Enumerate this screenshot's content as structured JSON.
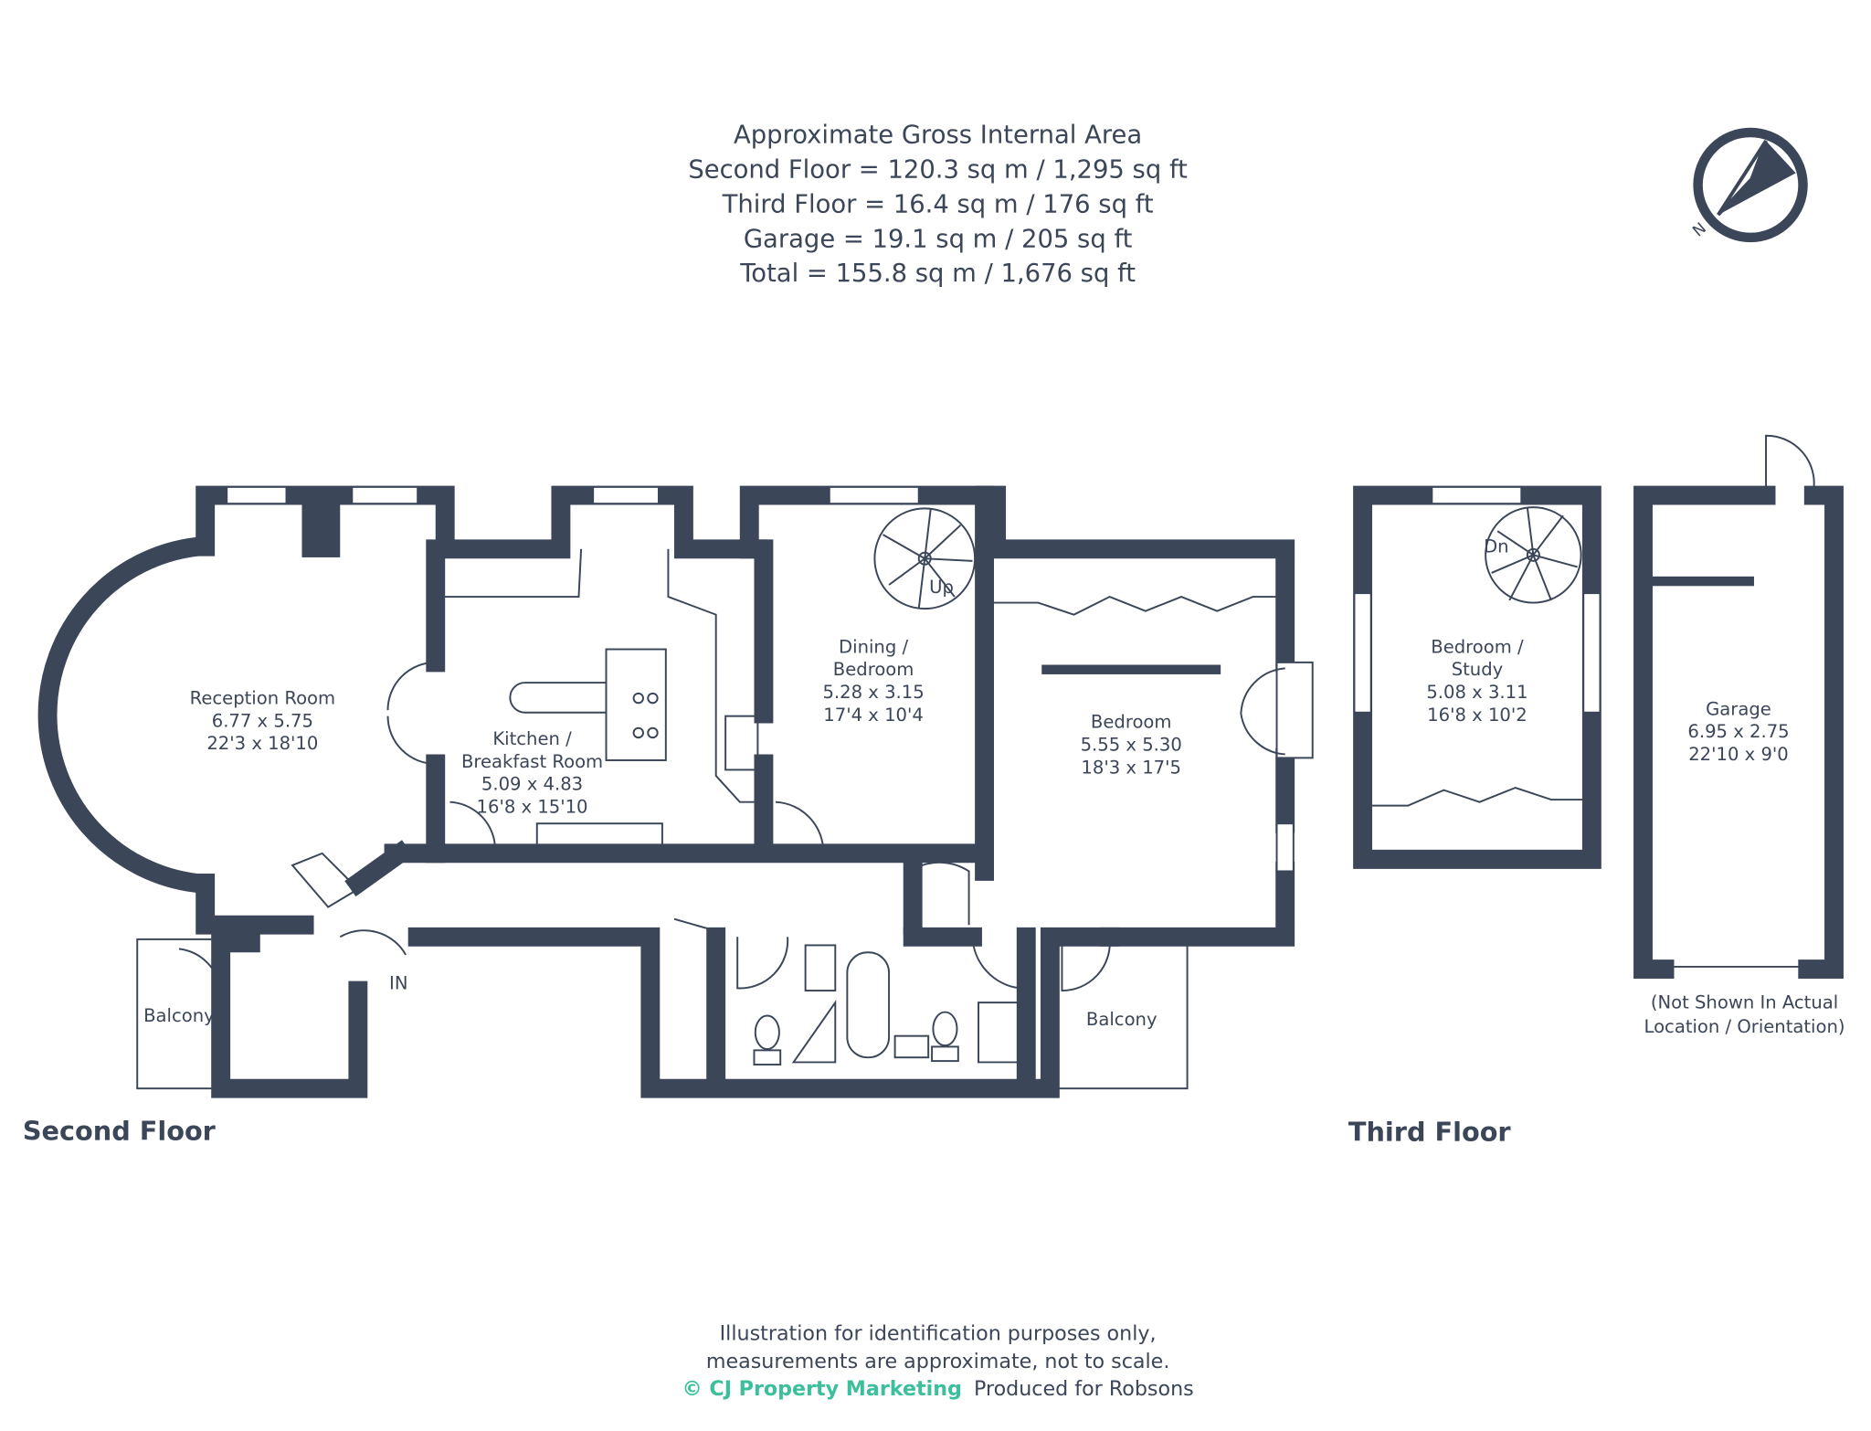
{
  "header": {
    "lines": [
      "Approximate Gross Internal Area",
      "Second Floor = 120.3 sq m / 1,295 sq ft",
      "Third Floor = 16.4 sq m / 176 sq ft",
      "Garage = 19.1 sq m / 205 sq ft",
      "Total = 155.8 sq m / 1,676 sq ft"
    ]
  },
  "compass": {
    "north_label": "N"
  },
  "second_floor": {
    "title": "Second Floor",
    "rooms": {
      "reception": [
        "Reception Room",
        "6.77 x 5.75",
        "22'3 x 18'10"
      ],
      "kitchen": [
        "Kitchen /",
        "Breakfast Room",
        "5.09 x 4.83",
        "16'8 x 15'10"
      ],
      "dining": [
        "Dining /",
        "Bedroom",
        "5.28 x 3.15",
        "17'4 x 10'4"
      ],
      "bedroom": [
        "Bedroom",
        "5.55 x 5.30",
        "18'3 x 17'5"
      ],
      "balcony_left": "Balcony",
      "balcony_right": "Balcony"
    },
    "stair_label": "Up",
    "entrance_label": "IN"
  },
  "third_floor": {
    "title": "Third Floor",
    "rooms": {
      "study": [
        "Bedroom /",
        "Study",
        "5.08 x 3.11",
        "16'8 x 10'2"
      ]
    },
    "stair_label": "Dn"
  },
  "garage": {
    "lines": [
      "Garage",
      "6.95 x 2.75",
      "22'10 x 9'0"
    ],
    "note": [
      "(Not Shown In Actual",
      "Location / Orientation)"
    ]
  },
  "footer": {
    "line1": "Illustration for identification purposes only,",
    "line2": "measurements are approximate, not to scale.",
    "brand": "© CJ Property Marketing",
    "produced": "Produced for Robsons",
    "brand_color": "#3cbf9c"
  }
}
